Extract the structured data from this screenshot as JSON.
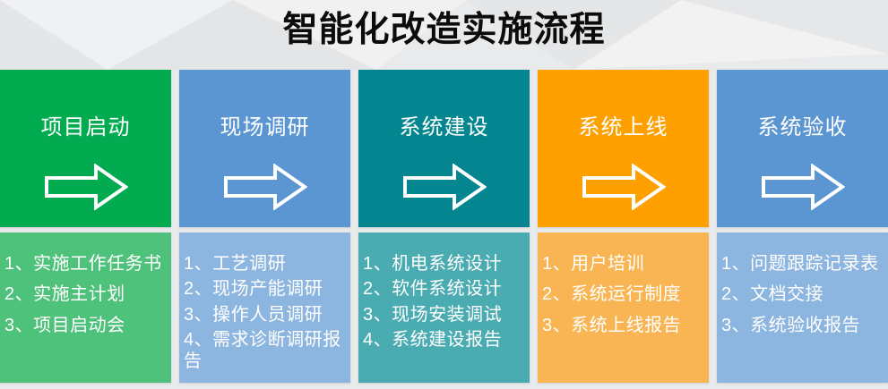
{
  "title": "智能化改造实施流程",
  "background_color": "#e9eaec",
  "text_color": "#ffffff",
  "title_color": "#0c0c0c",
  "arrow_icon": "right-arrow",
  "columns": [
    {
      "header": "项目启动",
      "header_color": "#02ab50",
      "body_color": "#4ec27b",
      "items": [
        "1、实施工作任务书",
        "2、实施主计划",
        "3、项目启动会"
      ]
    },
    {
      "header": "现场调研",
      "header_color": "#5b96d3",
      "body_color": "#8cb5df",
      "items": [
        "1、工艺调研",
        "2、现场产能调研",
        "3、操作人员调研",
        "4、需求诊断调研报告"
      ]
    },
    {
      "header": "系统建设",
      "header_color": "#048690",
      "body_color": "#4aabb1",
      "items": [
        "1、机电系统设计",
        "2、软件系统设计",
        "3、现场安装调试",
        "4、系统建设报告"
      ]
    },
    {
      "header": "系统上线",
      "header_color": "#fda000",
      "body_color": "#f9b553",
      "items": [
        "1、用户培训",
        "2、系统运行制度",
        "3、系统上线报告"
      ]
    },
    {
      "header": "系统验收",
      "header_color": "#5b96d3",
      "body_color": "#8cb5df",
      "items": [
        "1、问题跟踪记录表",
        "2、文档交接",
        "3、系统验收报告"
      ]
    }
  ]
}
